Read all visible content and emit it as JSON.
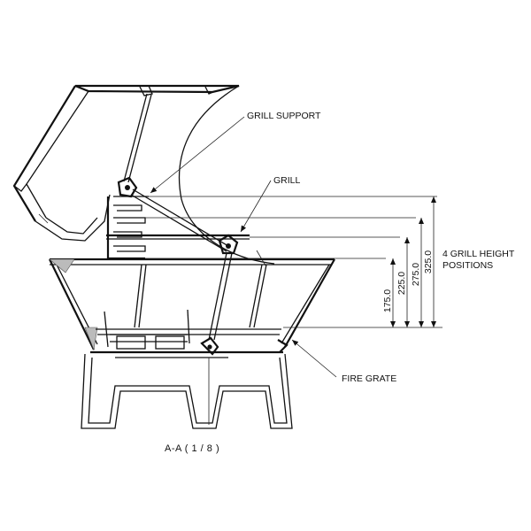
{
  "labels": {
    "grill_support": "GRILL SUPPORT",
    "grill": "GRILL",
    "fire_grate": "FIRE GRATE",
    "grill_height_line1": "4 GRILL HEIGHT",
    "grill_height_line2": "POSITIONS"
  },
  "dimensions": [
    "175.0",
    "225.0",
    "275.0",
    "325.0"
  ],
  "caption": "A-A ( 1 / 8 )"
}
